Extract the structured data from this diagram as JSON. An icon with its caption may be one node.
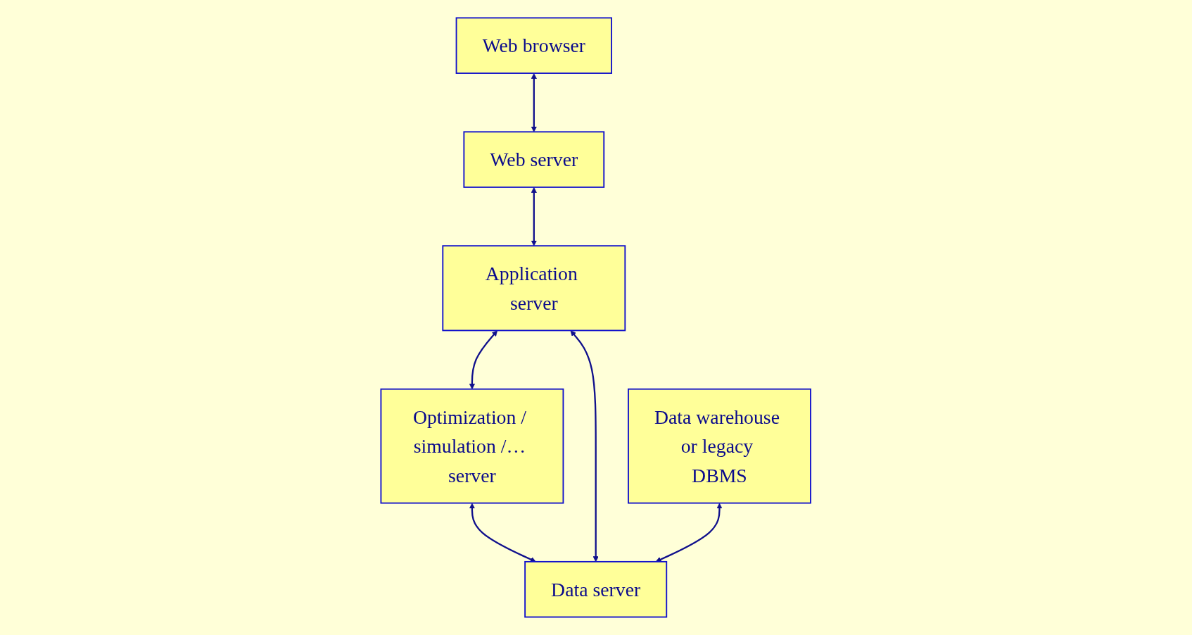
{
  "diagram": {
    "nodes": [
      {
        "text": [
          "Web browser"
        ]
      },
      {
        "text": [
          "Web server"
        ]
      },
      {
        "text": [
          "Application server"
        ]
      },
      {
        "text": [
          "Optimization / simulation /… server"
        ]
      },
      {
        "text": [
          "Data warehouse or legacy DBMS"
        ]
      },
      {
        "text": [
          "Data server"
        ]
      }
    ],
    "edges": [
      {
        "from": 0,
        "to": 1,
        "arrow": "both"
      },
      {
        "from": 1,
        "to": 2,
        "arrow": "both"
      },
      {
        "from": 2,
        "to": 3,
        "arrow": "both"
      },
      {
        "from": 3,
        "to": 5,
        "arrow": "both"
      },
      {
        "from": 2,
        "to": 5,
        "arrow": "both"
      },
      {
        "from": 4,
        "to": 5,
        "arrow": "both"
      }
    ]
  }
}
